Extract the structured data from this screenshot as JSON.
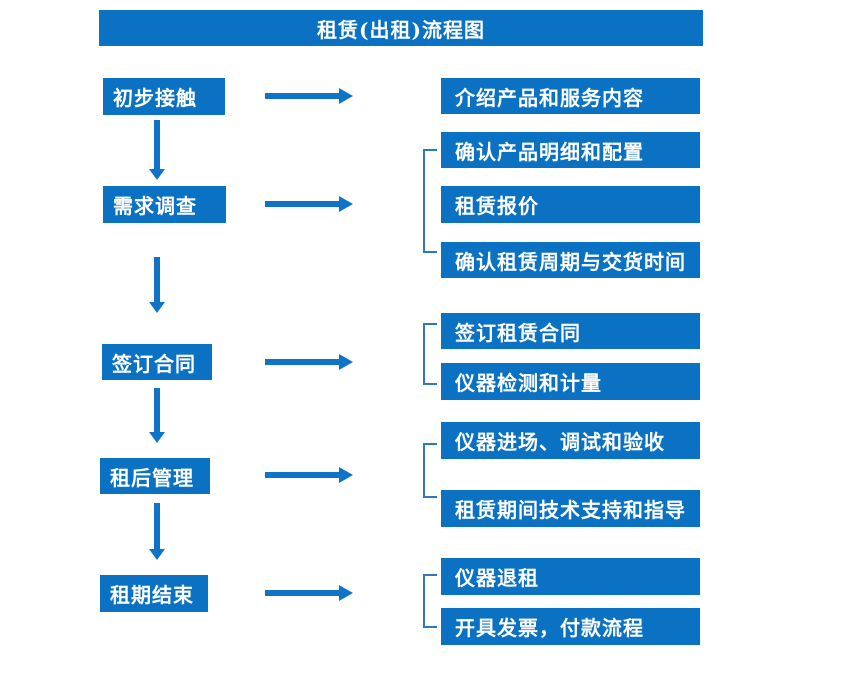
{
  "title": "租赁(出租)流程图",
  "colors": {
    "box_blue": "#0b72c3",
    "arrow_blue": "#0f74c7",
    "bracket_blue": "#2f78bd",
    "text_white": "#ffffff",
    "background": "#ffffff"
  },
  "steps": [
    {
      "label": "初步接触",
      "details": [
        "介绍产品和服务内容"
      ]
    },
    {
      "label": "需求调查",
      "details": [
        "确认产品明细和配置",
        "租赁报价",
        "确认租赁周期与交货时间"
      ]
    },
    {
      "label": "签订合同",
      "details": [
        "签订租赁合同",
        "仪器检测和计量"
      ]
    },
    {
      "label": "租后管理",
      "details": [
        "仪器进场、调试和验收",
        "租赁期间技术支持和指导"
      ]
    },
    {
      "label": "租期结束",
      "details": [
        "仪器退租",
        "开具发票，付款流程"
      ]
    }
  ],
  "icons": {
    "right_arrow": "arrow-right-icon",
    "down_arrow": "arrow-down-icon",
    "group_bracket": "group-bracket"
  }
}
